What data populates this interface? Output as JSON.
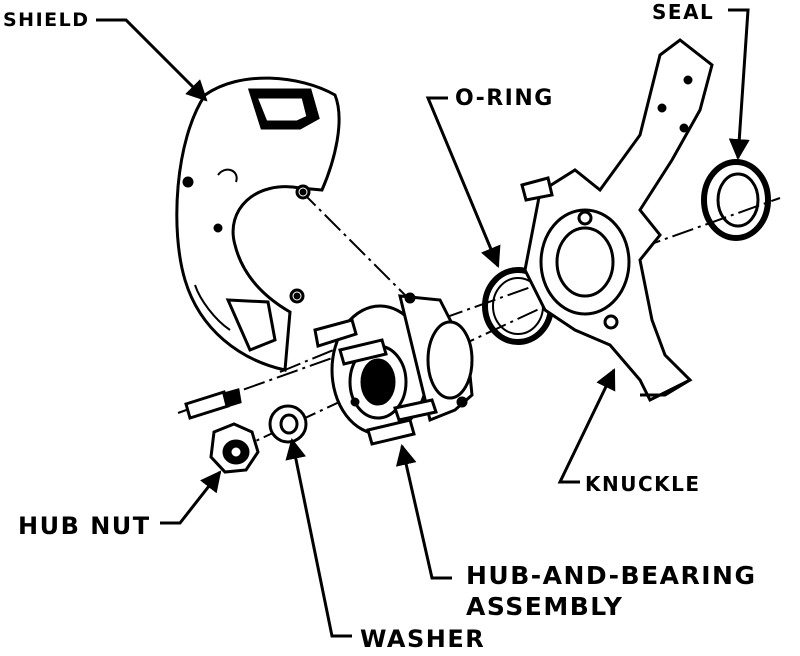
{
  "labels": {
    "shield": "SHIELD",
    "seal": "SEAL",
    "o_ring": "O-RING",
    "knuckle": "KNUCKLE",
    "hub_nut": "HUB NUT",
    "hub_and_bearing_line1": "HUB-AND-BEARING",
    "hub_and_bearing_line2": "ASSEMBLY",
    "washer": "WASHER"
  },
  "colors": {
    "ink": "#000000",
    "paper": "#ffffff"
  }
}
